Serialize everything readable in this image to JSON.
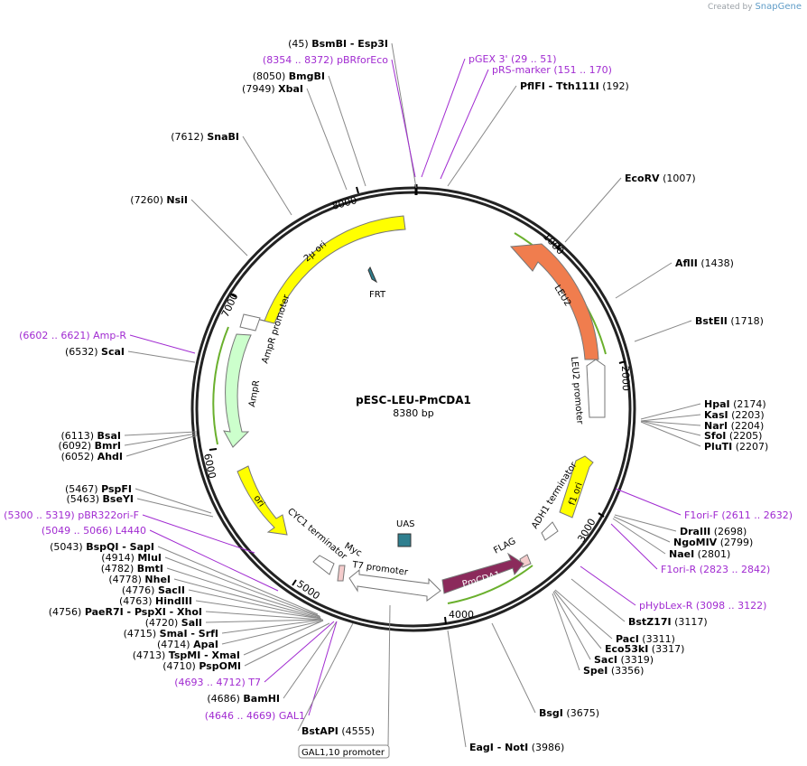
{
  "app": {
    "credit_prefix": "Created by",
    "credit_brand": "SnapGene"
  },
  "plasmid": {
    "name": "pESC-LEU-PmCDA1",
    "size_label": "8380 bp",
    "length": 8380
  },
  "colors": {
    "primer": "#a12bd1",
    "backbone": "#222222",
    "ori": "#ffff00",
    "leu2": "#f08050",
    "ampr": "#ccffcc",
    "pmcda1": "#8b2a5b",
    "frt": "#2f7f8f",
    "uas": "#2f7f8f",
    "orf_line": "#55aa22"
  },
  "ticks": [
    "1000",
    "2000",
    "3000",
    "4000",
    "5000",
    "6000",
    "7000",
    "8000"
  ],
  "features": [
    {
      "name": "2µ ori",
      "kind": "ori"
    },
    {
      "name": "LEU2",
      "kind": "cds"
    },
    {
      "name": "AmpR",
      "kind": "cds"
    },
    {
      "name": "AmpR promoter",
      "kind": "promoter"
    },
    {
      "name": "LEU2 promoter",
      "kind": "promoter"
    },
    {
      "name": "f1 ori",
      "kind": "ori"
    },
    {
      "name": "ADH1 terminator",
      "kind": "terminator"
    },
    {
      "name": "FLAG",
      "kind": "tag"
    },
    {
      "name": "PmCDA1",
      "kind": "cds"
    },
    {
      "name": "T7 promoter",
      "kind": "promoter"
    },
    {
      "name": "Myc",
      "kind": "tag"
    },
    {
      "name": "CYC1 terminator",
      "kind": "terminator"
    },
    {
      "name": "ori",
      "kind": "ori"
    },
    {
      "name": "FRT",
      "kind": "site"
    },
    {
      "name": "UAS",
      "kind": "site"
    },
    {
      "name": "GAL1,10 promoter",
      "kind": "promoter"
    }
  ],
  "sites": [
    {
      "pos": "(45)",
      "name": "BsmBI",
      "name2": "Esp3I",
      "primer": false
    },
    {
      "pos": "(8354 .. 8372)",
      "name": "pBRforEco",
      "primer": true
    },
    {
      "pos": "(8050)",
      "name": "BmgBI",
      "primer": false
    },
    {
      "pos": "(7949)",
      "name": "XbaI",
      "primer": false
    },
    {
      "pos": "(7612)",
      "name": "SnaBI",
      "primer": false
    },
    {
      "pos": "(7260)",
      "name": "NsiI",
      "primer": false
    },
    {
      "pos": "(6602 .. 6621)",
      "name": "Amp-R",
      "primer": true
    },
    {
      "pos": "(6532)",
      "name": "ScaI",
      "primer": false
    },
    {
      "pos": "(6113)",
      "name": "BsaI",
      "primer": false
    },
    {
      "pos": "(6092)",
      "name": "BmrI",
      "primer": false
    },
    {
      "pos": "(6052)",
      "name": "AhdI",
      "primer": false
    },
    {
      "pos": "(5467)",
      "name": "PspFI",
      "primer": false
    },
    {
      "pos": "(5463)",
      "name": "BseYI",
      "primer": false
    },
    {
      "pos": "(5300 .. 5319)",
      "name": "pBR322ori-F",
      "primer": true
    },
    {
      "pos": "(5049 .. 5066)",
      "name": "L4440",
      "primer": true
    },
    {
      "pos": "(5043)",
      "name": "BspQI",
      "name2": "SapI",
      "primer": false
    },
    {
      "pos": "(4914)",
      "name": "MluI",
      "primer": false
    },
    {
      "pos": "(4782)",
      "name": "BmtI",
      "primer": false
    },
    {
      "pos": "(4778)",
      "name": "NheI",
      "primer": false
    },
    {
      "pos": "(4776)",
      "name": "SacII",
      "primer": false
    },
    {
      "pos": "(4763)",
      "name": "HindIII",
      "primer": false
    },
    {
      "pos": "(4756)",
      "name": "PaeR7I",
      "name2": "PspXI",
      "name3": "XhoI",
      "primer": false
    },
    {
      "pos": "(4720)",
      "name": "SalI",
      "primer": false
    },
    {
      "pos": "(4715)",
      "name": "SmaI",
      "name2": "SrfI",
      "primer": false
    },
    {
      "pos": "(4714)",
      "name": "ApaI",
      "primer": false
    },
    {
      "pos": "(4713)",
      "name": "TspMI",
      "name2": "XmaI",
      "primer": false
    },
    {
      "pos": "(4710)",
      "name": "PspOMI",
      "primer": false
    },
    {
      "pos": "(4693 .. 4712)",
      "name": "T7",
      "primer": true
    },
    {
      "pos": "(4686)",
      "name": "BamHI",
      "primer": false
    },
    {
      "pos": "(4646 .. 4669)",
      "name": "GAL1",
      "primer": true
    },
    {
      "pos": "(4555)",
      "name": "BstAPI",
      "primer": false
    },
    {
      "pos": "(3986)",
      "name": "EagI",
      "name2": "NotI",
      "primer": false
    },
    {
      "pos": "(3675)",
      "name": "BsgI",
      "primer": false
    },
    {
      "pos": "(3356)",
      "name": "SpeI",
      "primer": false
    },
    {
      "pos": "(3319)",
      "name": "SacI",
      "primer": false
    },
    {
      "pos": "(3317)",
      "name": "Eco53kI",
      "primer": false
    },
    {
      "pos": "(3311)",
      "name": "PacI",
      "primer": false
    },
    {
      "pos": "(3117)",
      "name": "BstZ17I",
      "primer": false
    },
    {
      "pos": "(3098 .. 3122)",
      "name": "pHybLex-R",
      "primer": true
    },
    {
      "pos": "(2823 .. 2842)",
      "name": "F1ori-R",
      "primer": true
    },
    {
      "pos": "(2801)",
      "name": "NaeI",
      "primer": false
    },
    {
      "pos": "(2799)",
      "name": "NgoMIV",
      "primer": false
    },
    {
      "pos": "(2698)",
      "name": "DraIII",
      "primer": false
    },
    {
      "pos": "(2611 .. 2632)",
      "name": "F1ori-F",
      "primer": true
    },
    {
      "pos": "(2207)",
      "name": "PluTI",
      "primer": false
    },
    {
      "pos": "(2205)",
      "name": "SfoI",
      "primer": false
    },
    {
      "pos": "(2204)",
      "name": "NarI",
      "primer": false
    },
    {
      "pos": "(2203)",
      "name": "KasI",
      "primer": false
    },
    {
      "pos": "(2174)",
      "name": "HpaI",
      "primer": false
    },
    {
      "pos": "(1718)",
      "name": "BstEII",
      "primer": false
    },
    {
      "pos": "(1438)",
      "name": "AflII",
      "primer": false
    },
    {
      "pos": "(1007)",
      "name": "EcoRV",
      "primer": false
    },
    {
      "pos": "(29 .. 51)",
      "name": "pGEX 3'",
      "primer": true
    },
    {
      "pos": "(151 .. 170)",
      "name": "pRS-marker",
      "primer": true
    },
    {
      "pos": "(192)",
      "name": "PflFI",
      "name2": "Tth111I",
      "primer": false
    }
  ]
}
